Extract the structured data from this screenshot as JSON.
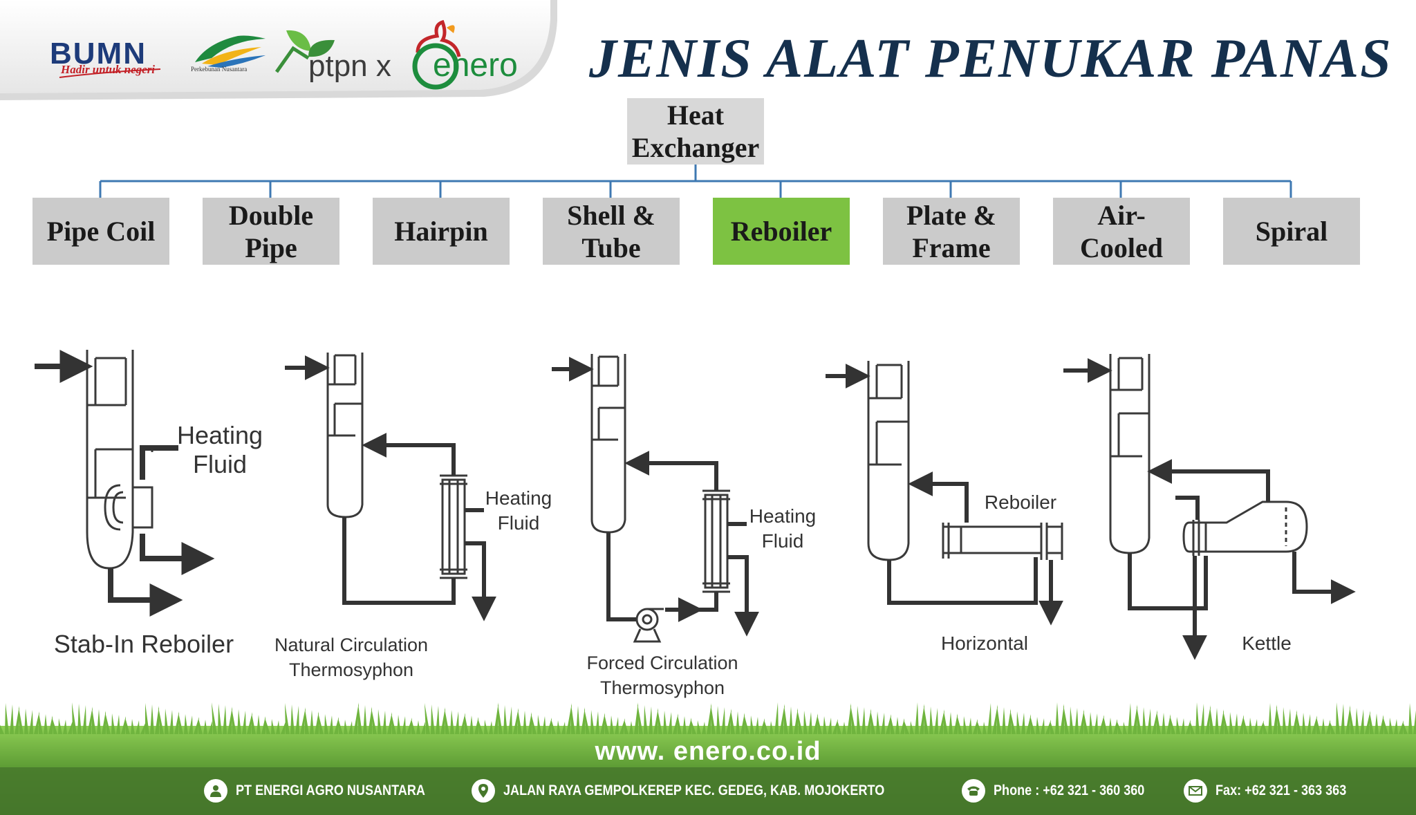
{
  "header": {
    "logos": {
      "bumn": {
        "name": "BUMN",
        "tagline": "Hadir untuk negeri"
      },
      "perkebunan": {
        "caption": "Perkebunan Nusantara"
      },
      "ptpn": {
        "name": "ptpn x"
      },
      "enero": {
        "name": "enero"
      }
    },
    "title": "JENIS ALAT PENUKAR PANAS"
  },
  "tree": {
    "root": {
      "line1": "Heat",
      "line2": "Exchanger"
    },
    "nodes": [
      {
        "line1": "Pipe Coil",
        "line2": ""
      },
      {
        "line1": "Double",
        "line2": "Pipe"
      },
      {
        "line1": "Hairpin",
        "line2": ""
      },
      {
        "line1": "Shell &",
        "line2": "Tube"
      },
      {
        "line1": "Reboiler",
        "line2": ""
      },
      {
        "line1": "Plate &",
        "line2": "Frame"
      },
      {
        "line1": "Air-",
        "line2": "Cooled"
      },
      {
        "line1": "Spiral",
        "line2": ""
      }
    ],
    "active_index": 4,
    "colors": {
      "box": "#cbcbcb",
      "active": "#7dc242",
      "connector": "#3e78b2"
    }
  },
  "diagrams": [
    {
      "caption_line1": "Stab-In Reboiler",
      "caption_line2": "",
      "side_label_line1": "Heating",
      "side_label_line2": "Fluid"
    },
    {
      "caption_line1": "Natural Circulation",
      "caption_line2": "Thermosyphon",
      "side_label_line1": "Heating",
      "side_label_line2": "Fluid"
    },
    {
      "caption_line1": "Forced Circulation",
      "caption_line2": "Thermosyphon",
      "side_label_line1": "Heating",
      "side_label_line2": "Fluid"
    },
    {
      "caption_line1": "Horizontal",
      "caption_line2": "",
      "side_label_line1": "Reboiler",
      "side_label_line2": ""
    },
    {
      "caption_line1": "Kettle",
      "caption_line2": "",
      "side_label_line1": "",
      "side_label_line2": ""
    }
  ],
  "footer": {
    "website": "www. enero.co.id",
    "company": "PT ENERGI AGRO NUSANTARA",
    "address": "JALAN RAYA GEMPOLKEREP KEC. GEDEG, KAB. MOJOKERTO",
    "phone": "Phone : +62 321 - 360 360",
    "fax": "Fax: +62 321 - 363 363"
  }
}
